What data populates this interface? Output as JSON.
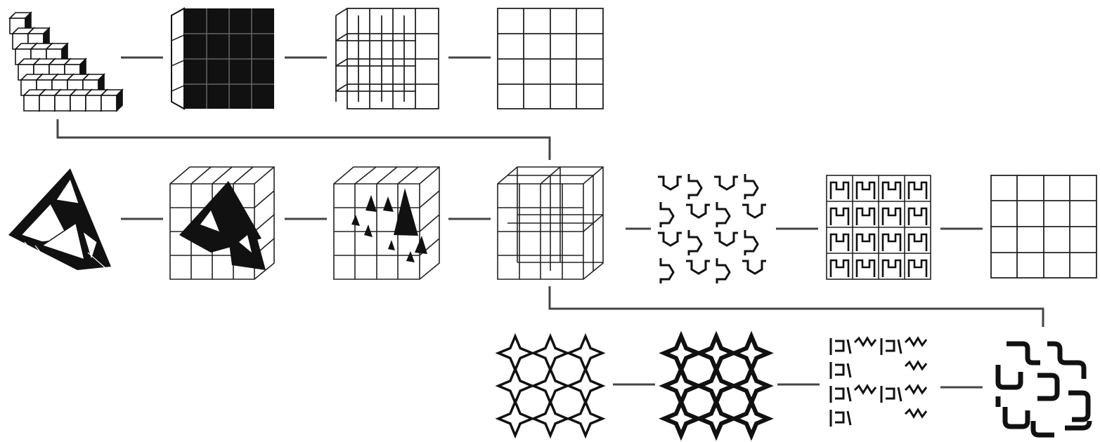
{
  "diagram": {
    "rows": [
      {
        "id": "row-1",
        "nodes": [
          {
            "id": "n1-1",
            "kind": "voxel-staircase"
          },
          {
            "id": "n1-2",
            "kind": "solid-cube"
          },
          {
            "id": "n1-3",
            "kind": "wire-grid-prism"
          },
          {
            "id": "n1-4",
            "kind": "flat-grid-4x4"
          }
        ]
      },
      {
        "id": "row-2",
        "nodes": [
          {
            "id": "n2-1",
            "kind": "sierpinski-tetrahedron"
          },
          {
            "id": "n2-2",
            "kind": "cube-with-tetra-fill"
          },
          {
            "id": "n2-3",
            "kind": "cube-with-sparse-tetra"
          },
          {
            "id": "n2-4",
            "kind": "wire-cube-2x2x2"
          },
          {
            "id": "n2-5",
            "kind": "notched-tile-pattern"
          },
          {
            "id": "n2-6",
            "kind": "framed-notched-grid"
          },
          {
            "id": "n2-7",
            "kind": "flat-grid-4x4"
          }
        ]
      },
      {
        "id": "row-3",
        "nodes": [
          {
            "id": "n3-1",
            "kind": "star-lattice"
          },
          {
            "id": "n3-2",
            "kind": "bold-star-lattice"
          },
          {
            "id": "n3-3",
            "kind": "dragon-fragment-grid"
          },
          {
            "id": "n3-4",
            "kind": "dragon-curve-tiles"
          }
        ]
      }
    ],
    "branches": [
      {
        "from": "n1-1",
        "to": "n2-4"
      },
      {
        "from": "n2-4",
        "to": "n3-4"
      }
    ]
  }
}
